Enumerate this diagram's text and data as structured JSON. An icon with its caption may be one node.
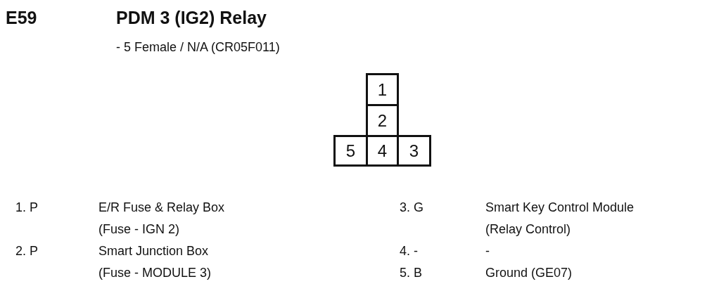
{
  "diagram": {
    "title": "PDM 3 (IG2) Relay",
    "nodes": [
      {
        "text": [
          "1"
        ]
      },
      {
        "text": [
          "2"
        ]
      },
      {
        "text": [
          "5"
        ]
      },
      {
        "text": [
          "4"
        ]
      },
      {
        "text": [
          "3"
        ]
      }
    ],
    "edges": [],
    "labels": [
      "E59",
      "- 5 Female / N/A (CR05F011)",
      "1. P",
      "E/R Fuse & Relay Box (Fuse - IGN 2)",
      "3. G",
      "Smart Key Control Module (Relay Control)",
      "2. P",
      "Smart Junction Box (Fuse - MODULE 3)",
      "4. -",
      "-",
      "5. B",
      "Ground (GE07)"
    ]
  }
}
